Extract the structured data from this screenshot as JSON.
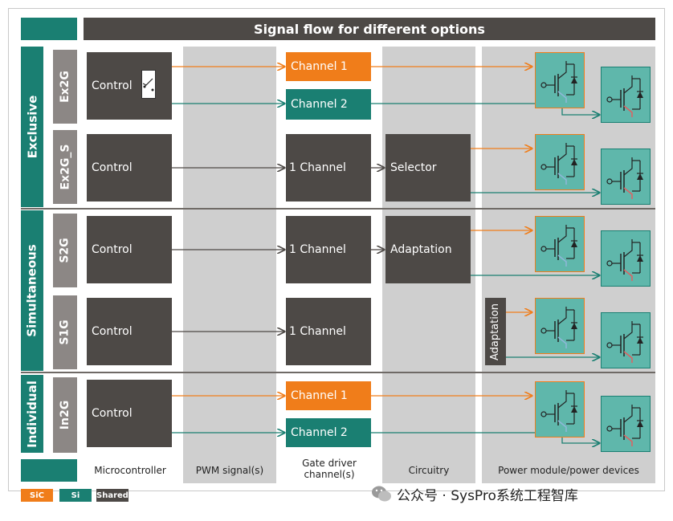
{
  "title": "Signal flow for different options",
  "groups": [
    "Exclusive",
    "Simultaneous",
    "Individual"
  ],
  "rows": [
    {
      "label": "Ex2G",
      "control": "Control",
      "gate_driver": [
        "Channel 1",
        "Channel 2"
      ]
    },
    {
      "label": "Ex2G_S",
      "control": "Control",
      "gate_driver": [
        "1 Channel"
      ],
      "circuitry": "Selector"
    },
    {
      "label": "S2G",
      "control": "Control",
      "gate_driver": [
        "1 Channel"
      ],
      "circuitry": "Adaptation"
    },
    {
      "label": "S1G",
      "control": "Control",
      "gate_driver": [
        "1 Channel"
      ],
      "circuitry": "Adaptation"
    },
    {
      "label": "In2G",
      "control": "Control",
      "gate_driver": [
        "Channel 1",
        "Channel 2"
      ]
    }
  ],
  "columns": [
    "Microcontroller",
    "PWM signal(s)",
    "Gate driver channel(s)",
    "Circuitry",
    "Power module/power devices"
  ],
  "legend": [
    {
      "label": "SiC",
      "color": "#f07d1a"
    },
    {
      "label": "Si",
      "color": "#1a7f72"
    },
    {
      "label": "Shared",
      "color": "#4d4946"
    }
  ],
  "watermark": "公众号 · SysPro系统工程智库",
  "colors": {
    "sic": "#f07d1a",
    "si": "#1a7f72",
    "shared": "#4d4946",
    "column_bg": "#cfcfcf"
  }
}
